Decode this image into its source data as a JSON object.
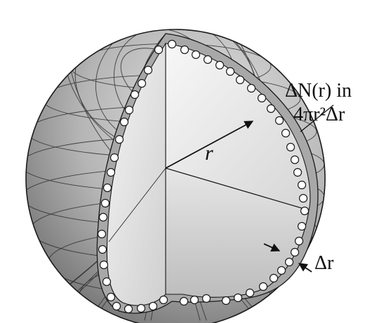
{
  "labels": {
    "radius": "r",
    "count_line1": "ΔN(r) in",
    "count_line2": "4πr²Δr",
    "shell_thickness": "Δr"
  },
  "colors": {
    "outline": "#1a1a1a",
    "sphere_dark": "#6e6e6e",
    "sphere_light": "#d8d8d8",
    "cut_face_light": "#f2f2f2",
    "cut_face_dark": "#c9c9c9",
    "shell_band": "#a8a8a8",
    "particle_fill": "#ffffff"
  }
}
